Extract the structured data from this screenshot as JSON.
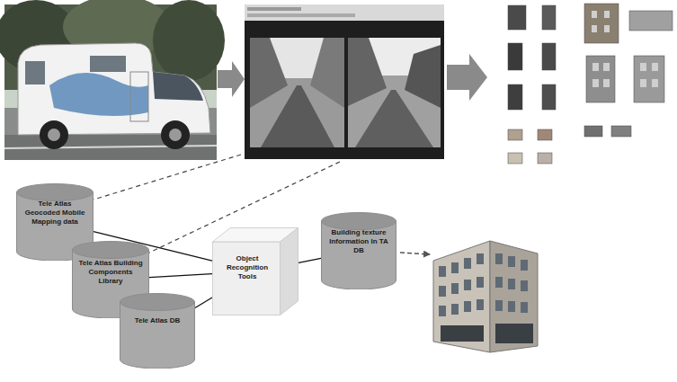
{
  "diagram": {
    "nodes": [
      {
        "text": [
          "Tele Atlas Geocoded Mobile Mapping data"
        ]
      },
      {
        "text": [
          "Tele Atlas Building Components Library"
        ]
      },
      {
        "text": [
          "Tele Atlas DB"
        ]
      },
      {
        "text": [
          "Object Recognition Tools"
        ]
      },
      {
        "text": [
          "Building texture Information In TA DB"
        ]
      }
    ],
    "edges": [
      {
        "from": 0,
        "to": 3,
        "arrow": "none"
      },
      {
        "from": 1,
        "to": 3,
        "arrow": "none"
      },
      {
        "from": 2,
        "to": 3,
        "arrow": "none"
      },
      {
        "from": 3,
        "to": 4,
        "arrow": "none"
      }
    ]
  }
}
